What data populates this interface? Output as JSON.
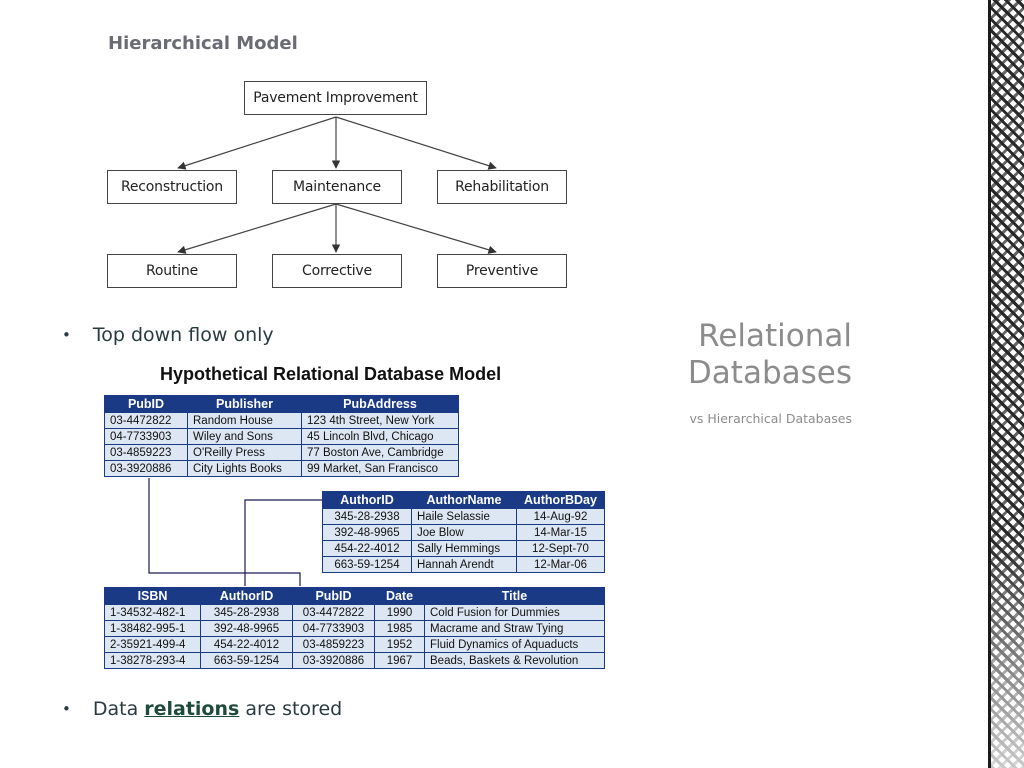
{
  "hierarchical": {
    "title": "Hierarchical Model",
    "root": "Pavement Improvement",
    "level1": [
      "Reconstruction",
      "Maintenance",
      "Rehabilitation"
    ],
    "level2": [
      "Routine",
      "Corrective",
      "Preventive"
    ]
  },
  "bullets": {
    "first": {
      "marker": "•",
      "text": "Top down flow only"
    },
    "second": {
      "marker": "•",
      "before": "Data",
      "emphasis": "relations",
      "after": "are stored"
    }
  },
  "side": {
    "title_line1": "Relational",
    "title_line2": "Databases",
    "subtitle": "vs Hierarchical Databases"
  },
  "relational": {
    "title": "Hypothetical Relational Database Model",
    "publishers": {
      "headers": [
        "PubID",
        "Publisher",
        "PubAddress"
      ],
      "rows": [
        [
          "03-4472822",
          "Random House",
          "123 4th Street, New York"
        ],
        [
          "04-7733903",
          "Wiley and Sons",
          "45 Lincoln Blvd, Chicago"
        ],
        [
          "03-4859223",
          "O'Reilly Press",
          "77 Boston Ave, Cambridge"
        ],
        [
          "03-3920886",
          "City Lights Books",
          "99 Market, San Francisco"
        ]
      ]
    },
    "authors": {
      "headers": [
        "AuthorID",
        "AuthorName",
        "AuthorBDay"
      ],
      "rows": [
        [
          "345-28-2938",
          "Haile Selassie",
          "14-Aug-92"
        ],
        [
          "392-48-9965",
          "Joe Blow",
          "14-Mar-15"
        ],
        [
          "454-22-4012",
          "Sally Hemmings",
          "12-Sept-70"
        ],
        [
          "663-59-1254",
          "Hannah Arendt",
          "12-Mar-06"
        ]
      ]
    },
    "books": {
      "headers": [
        "ISBN",
        "AuthorID",
        "PubID",
        "Date",
        "Title"
      ],
      "rows": [
        [
          "1-34532-482-1",
          "345-28-2938",
          "03-4472822",
          "1990",
          "Cold Fusion for Dummies"
        ],
        [
          "1-38482-995-1",
          "392-48-9965",
          "04-7733903",
          "1985",
          "Macrame and Straw Tying"
        ],
        [
          "2-35921-499-4",
          "454-22-4012",
          "03-4859223",
          "1952",
          "Fluid Dynamics of Aquaducts"
        ],
        [
          "1-38278-293-4",
          "663-59-1254",
          "03-3920886",
          "1967",
          "Beads, Baskets & Revolution"
        ]
      ]
    }
  }
}
